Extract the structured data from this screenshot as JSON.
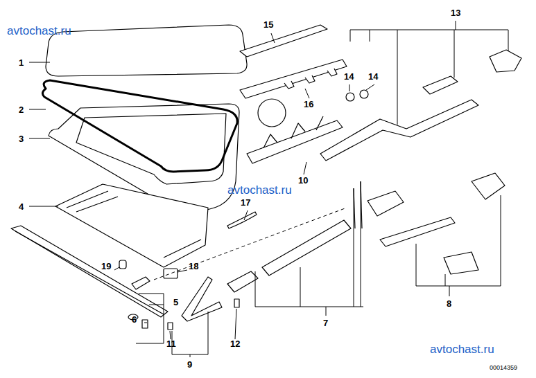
{
  "diagram": {
    "labels": [
      "avtochast.ru",
      "15",
      "13",
      "1",
      "14",
      "14",
      "16",
      "2",
      "3",
      "avtochast.ru",
      "10",
      "4",
      "17",
      "19",
      "18",
      "5",
      "7",
      "8",
      "6",
      "11",
      "12",
      "9",
      "avtochast.ru",
      "00014359"
    ]
  }
}
